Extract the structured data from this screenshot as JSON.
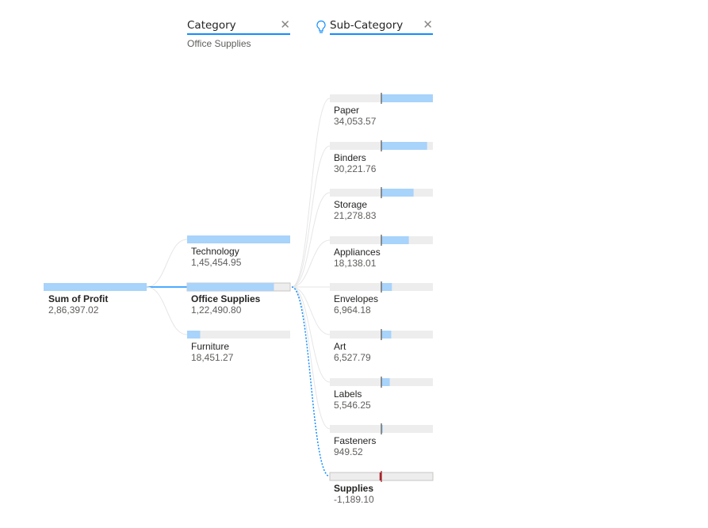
{
  "headers": {
    "category": {
      "title": "Category",
      "selection": "Office Supplies"
    },
    "sub_category": {
      "title": "Sub-Category"
    }
  },
  "root": {
    "label": "Sum of Profit",
    "value_text": "2,86,397.02",
    "value": 286397.02
  },
  "categories": [
    {
      "label": "Technology",
      "value_text": "1,45,454.95",
      "value": 145454.95,
      "selected": false
    },
    {
      "label": "Office Supplies",
      "value_text": "1,22,490.80",
      "value": 122490.8,
      "selected": true
    },
    {
      "label": "Furniture",
      "value_text": "18,451.27",
      "value": 18451.27,
      "selected": false
    }
  ],
  "sub_categories": [
    {
      "label": "Paper",
      "value_text": "34,053.57",
      "value": 34053.57,
      "selected": false
    },
    {
      "label": "Binders",
      "value_text": "30,221.76",
      "value": 30221.76,
      "selected": false
    },
    {
      "label": "Storage",
      "value_text": "21,278.83",
      "value": 21278.83,
      "selected": false
    },
    {
      "label": "Appliances",
      "value_text": "18,138.01",
      "value": 18138.01,
      "selected": false
    },
    {
      "label": "Envelopes",
      "value_text": "6,964.18",
      "value": 6964.18,
      "selected": false
    },
    {
      "label": "Art",
      "value_text": "6,527.79",
      "value": 6527.79,
      "selected": false
    },
    {
      "label": "Labels",
      "value_text": "5,546.25",
      "value": 5546.25,
      "selected": false
    },
    {
      "label": "Fasteners",
      "value_text": "949.52",
      "value": 949.52,
      "selected": false
    },
    {
      "label": "Supplies",
      "value_text": "-1,189.10",
      "value": -1189.1,
      "selected": true
    }
  ],
  "chart_data": {
    "type": "decomposition_tree",
    "measure": "Sum of Profit",
    "total": 286397.02,
    "levels": [
      "Category",
      "Sub-Category"
    ],
    "selected_path": [
      "Office Supplies",
      "Supplies"
    ]
  },
  "colors": {
    "bar_fill": "#a8d3fb",
    "bar_track": "#ededed",
    "accent": "#118dff",
    "connector": "#e6e6e6",
    "zero_marker": "#605e5c",
    "negative_marker": "#a4262c"
  }
}
